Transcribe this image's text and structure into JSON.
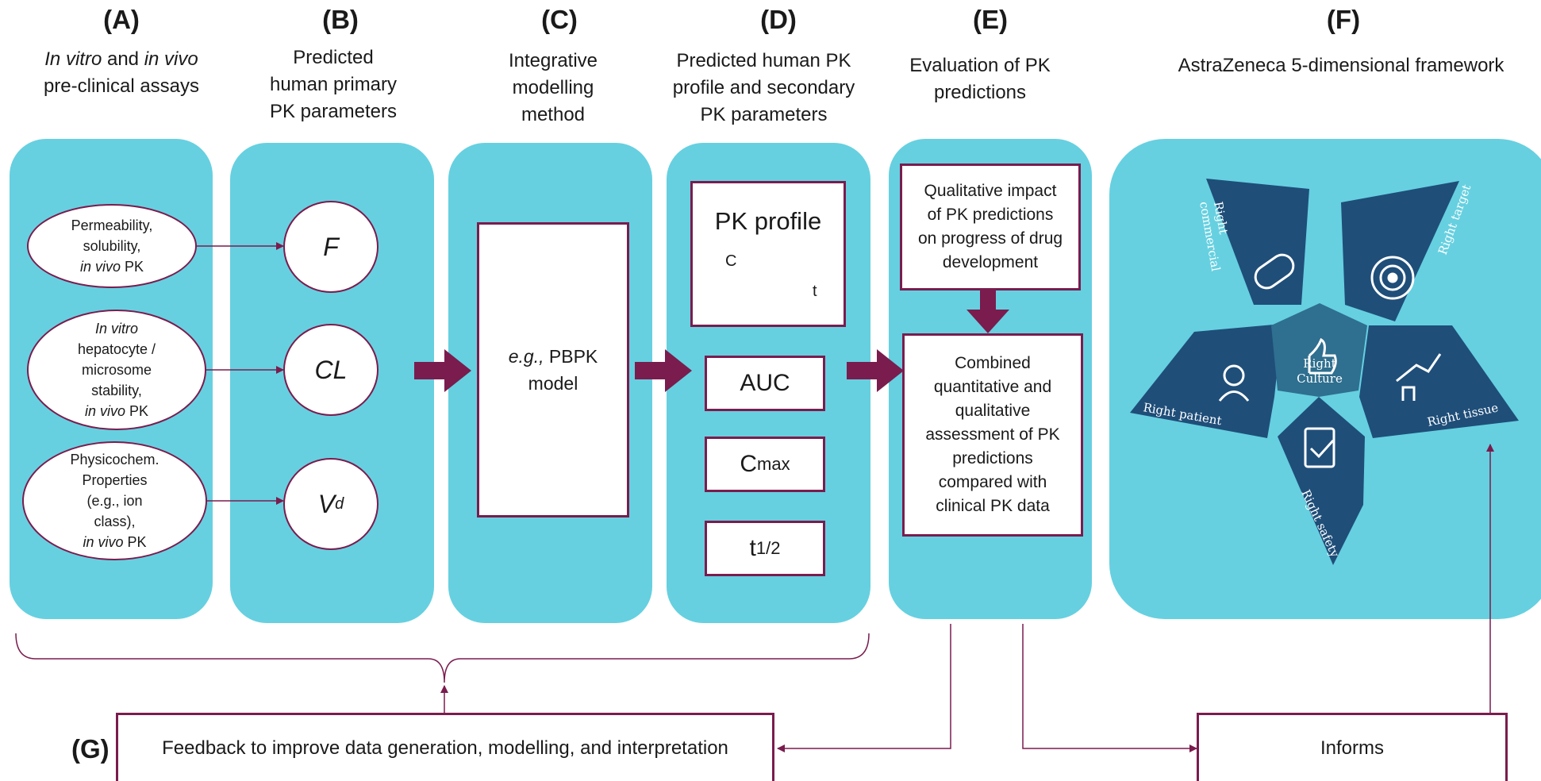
{
  "columns": {
    "A": {
      "letter": "(A)",
      "heading_line1_a": "In vitro",
      "heading_line1_b": " and ",
      "heading_line1_c": "in vivo",
      "heading_line2": "pre-clinical assays"
    },
    "B": {
      "letter": "(B)",
      "heading": [
        "Predicted",
        "human primary",
        "PK parameters"
      ]
    },
    "C": {
      "letter": "(C)",
      "heading": [
        "Integrative",
        "modelling",
        "method"
      ]
    },
    "D": {
      "letter": "(D)",
      "heading": [
        "Predicted human PK",
        "profile and secondary",
        "PK parameters"
      ]
    },
    "E": {
      "letter": "(E)",
      "heading": [
        "Evaluation of PK",
        "predictions"
      ]
    },
    "F": {
      "letter": "(F)",
      "heading": "AstraZeneca 5-dimensional framework"
    }
  },
  "assays": [
    {
      "line1": "Permeability,",
      "line2": "solubility,",
      "line3_i": "in vivo",
      "line3": " PK"
    },
    {
      "line1_i": "In vitro",
      "line2": "hepatocyte /",
      "line3": "microsome",
      "line4": "stability,",
      "line5_i": "in vivo",
      "line5": " PK"
    },
    {
      "line1": "Physicochem.",
      "line2": "Properties",
      "line3": "(e.g., ion",
      "line4": "class),",
      "line5_i": "in vivo",
      "line5": " PK"
    }
  ],
  "params": {
    "F": "F",
    "CL": "CL",
    "Vd_main": "V",
    "Vd_sub": "d"
  },
  "model": {
    "prefix": "e.g.,",
    "text": " PBPK",
    "line2": "model"
  },
  "pk_profile": {
    "title": "PK profile",
    "y_axis": "C",
    "x_axis": "t"
  },
  "secondary": {
    "auc": "AUC",
    "cmax_main": "C",
    "cmax_sub": "max",
    "thalf_main": "t",
    "thalf_sub": "1/2"
  },
  "evaluation": {
    "qualitative": [
      "Qualitative impact",
      "of PK predictions",
      "on progress of drug",
      "development"
    ],
    "combined": [
      "Combined",
      "quantitative and",
      "qualitative",
      "assessment of PK",
      "predictions",
      "compared with",
      "clinical PK data"
    ]
  },
  "framework": {
    "center": [
      "Right",
      "Culture"
    ],
    "labels": {
      "commercial": [
        "Right",
        "commercial"
      ],
      "target": "Right target",
      "patient": "Right patient",
      "tissue": "Right tissue",
      "safety": "Right safety"
    },
    "colors": {
      "navy": "#1f4e79",
      "dark": "#173a5c",
      "teal": "#66d0e0"
    }
  },
  "feedback": {
    "letter": "(G)",
    "text": "Feedback to improve data generation, modelling, and interpretation"
  },
  "informs": {
    "text": "Informs"
  },
  "colors": {
    "panel": "#66d0e0",
    "arrow": "#7a1c4e",
    "line": "#7a1c4e"
  }
}
